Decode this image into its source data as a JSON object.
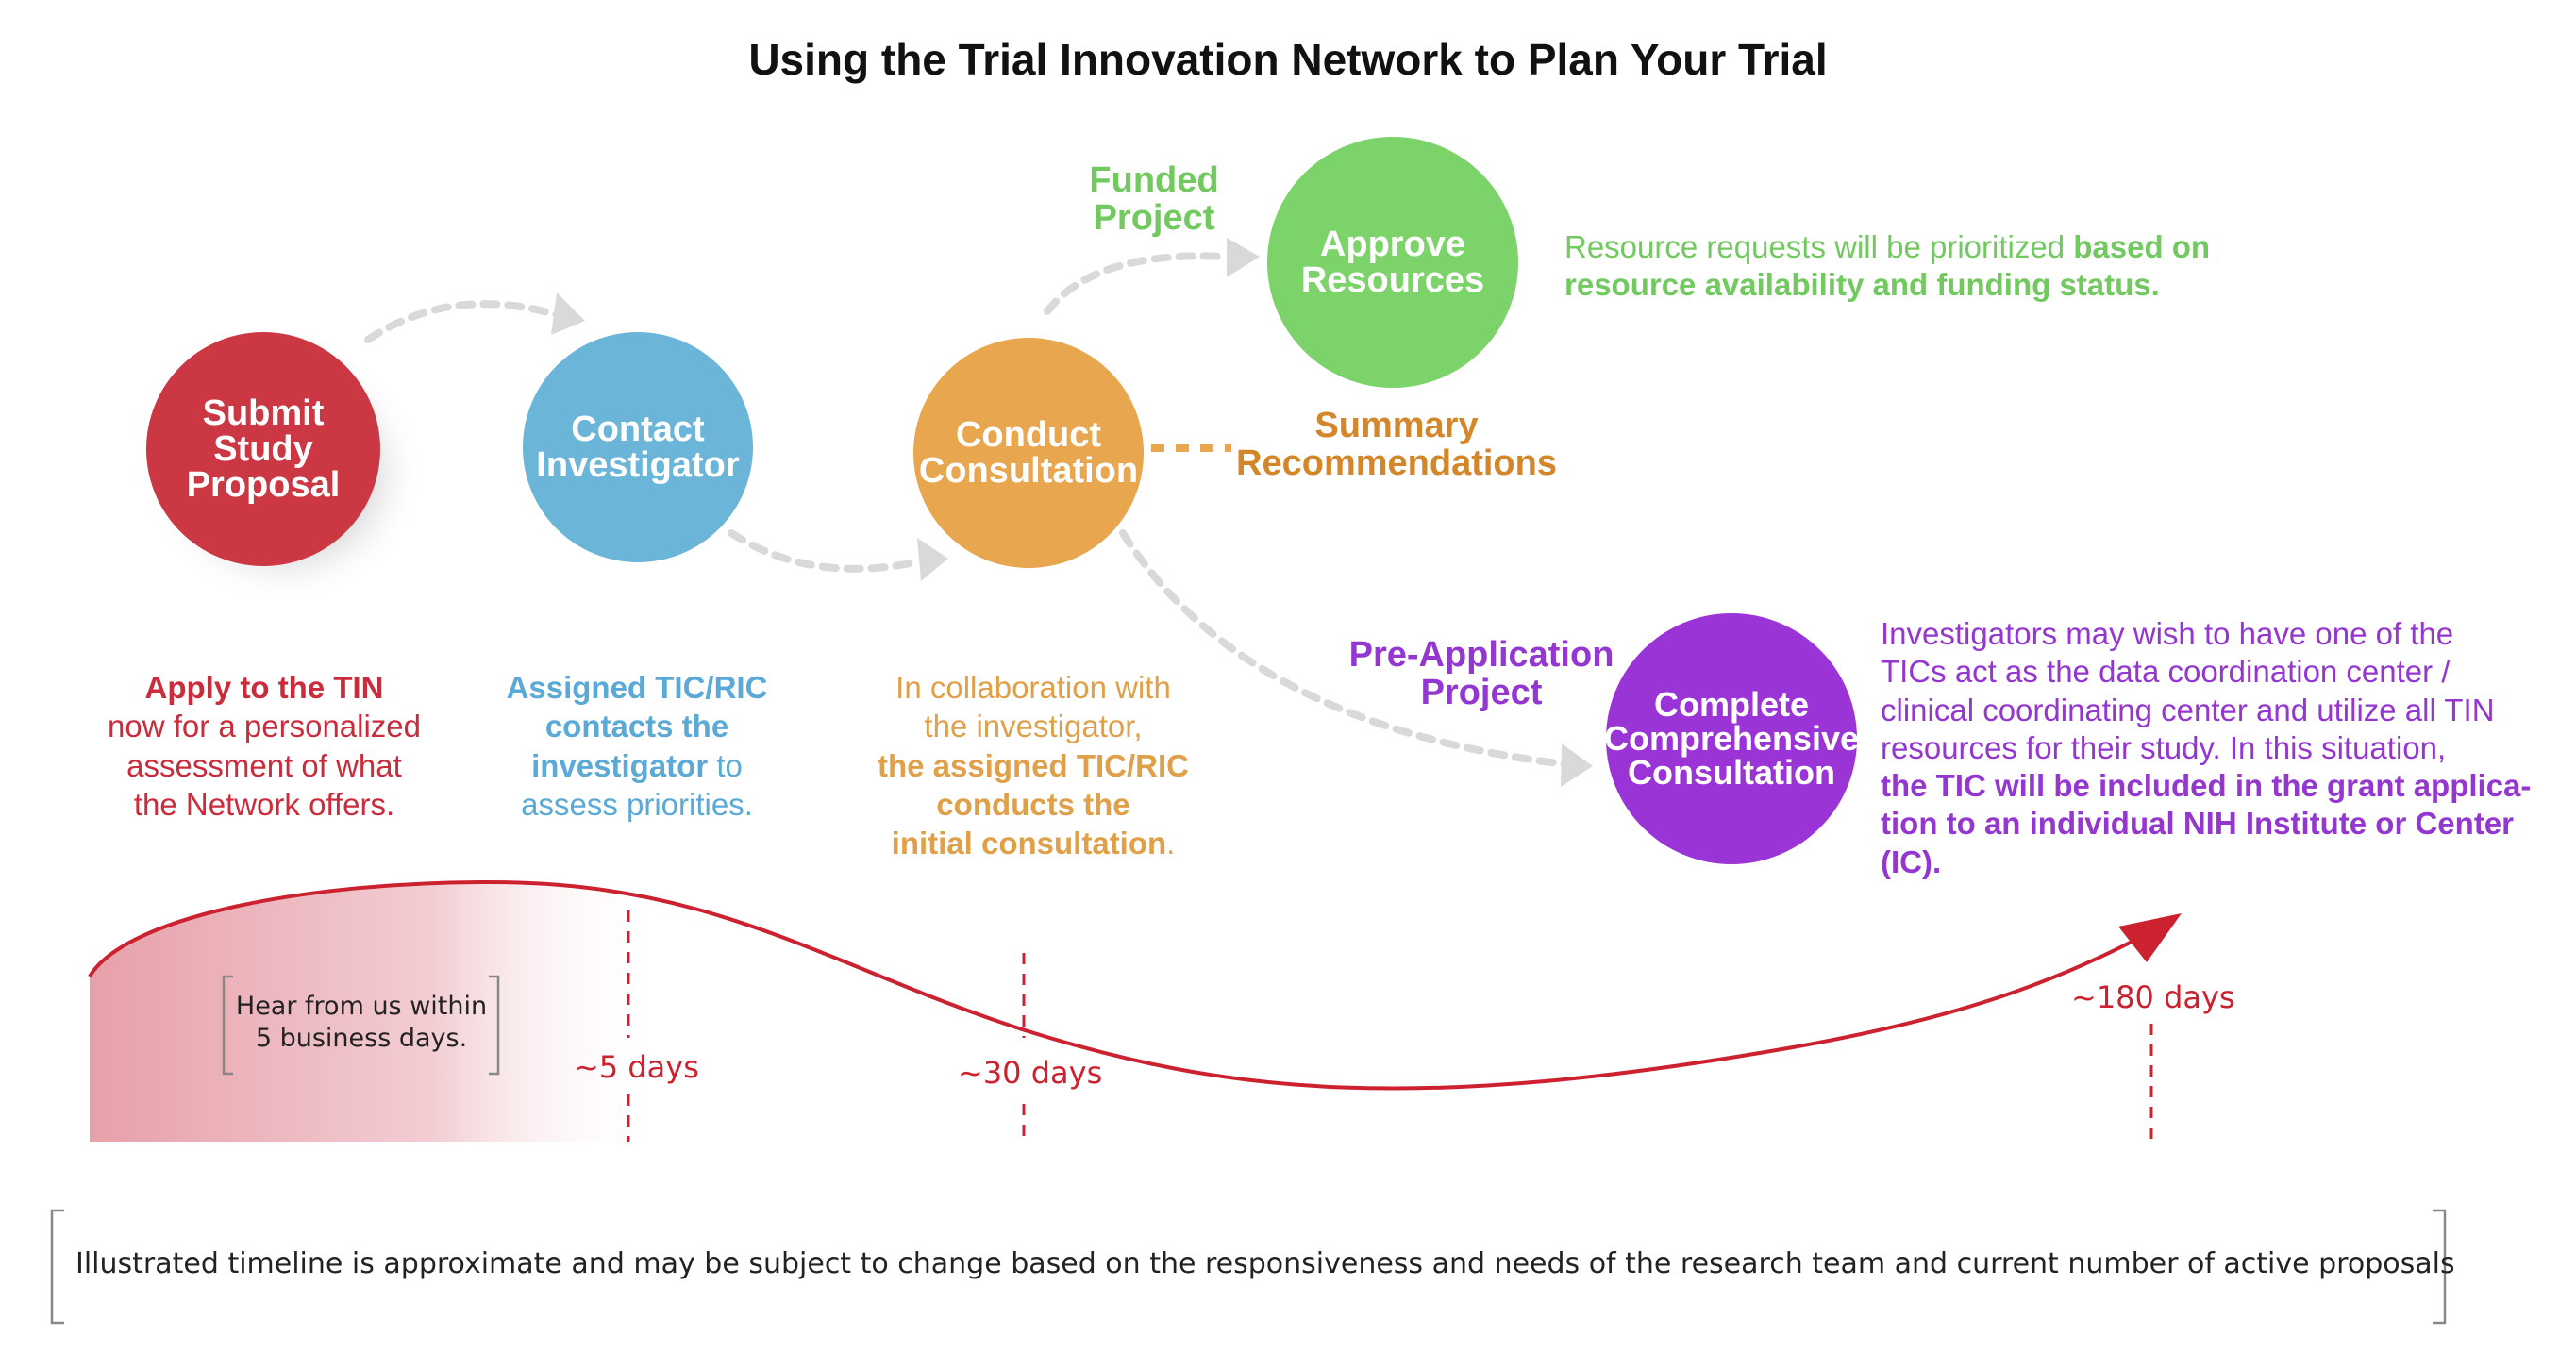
{
  "title": "Using the Trial Innovation Network to Plan Your Trial",
  "colors": {
    "red": "#cc3744",
    "blue": "#6bb5d9",
    "orange": "#e8a64e",
    "green": "#7cd36a",
    "purple": "#9a34d6",
    "timeline": "#cc2230",
    "greenText": "#72c95f",
    "orangeText": "#d3872a",
    "purpleText": "#9436d0"
  },
  "steps": {
    "submit": "Submit\nStudy\nProposal",
    "contact": "Contact\nInvestigator",
    "conduct": "Conduct\nConsultation",
    "approve": "Approve\nResources",
    "complete": "Complete\nComprehensive\nConsultation"
  },
  "branches": {
    "funded": "Funded\nProject",
    "summary": "Summary\nRecommendations",
    "preapp": "Pre-Application\nProject"
  },
  "descriptions": {
    "submit": {
      "bold": "Apply to the TIN",
      "rest": "now for a personalized\nassessment of  what\nthe Network offers."
    },
    "contact": {
      "b1": "Assigned TIC/RIC\ncontacts the\ninvestigator",
      "rest": " to\nassess priorities."
    },
    "conduct": {
      "pre": "In collaboration with\nthe investigator,\n",
      "bold": "the assigned TIC/RIC\nconducts the\ninitial consultation",
      "post": "."
    },
    "approve": {
      "pre": "Resource requests will be prioritized ",
      "bold": "based on\nresource availability and funding status."
    },
    "complete": {
      "pre": "Investigators may wish to have one of the\nTICs act as the data coordination center /\nclinical coordinating center and utilize all TIN\nresources for their study.  In this situation,\n",
      "bold": "the TIC will be included in the grant applica-\ntion to an individual NIH Institute or Center\n(IC)."
    }
  },
  "timeline": {
    "hear": "Hear from us within\n5 business days.",
    "day5": "~5 days",
    "day30": "~30 days",
    "day180": "~180 days"
  },
  "footnote": "Illustrated timeline is approximate and may be subject to change based on the responsiveness and needs of the research team and current number of active proposals"
}
